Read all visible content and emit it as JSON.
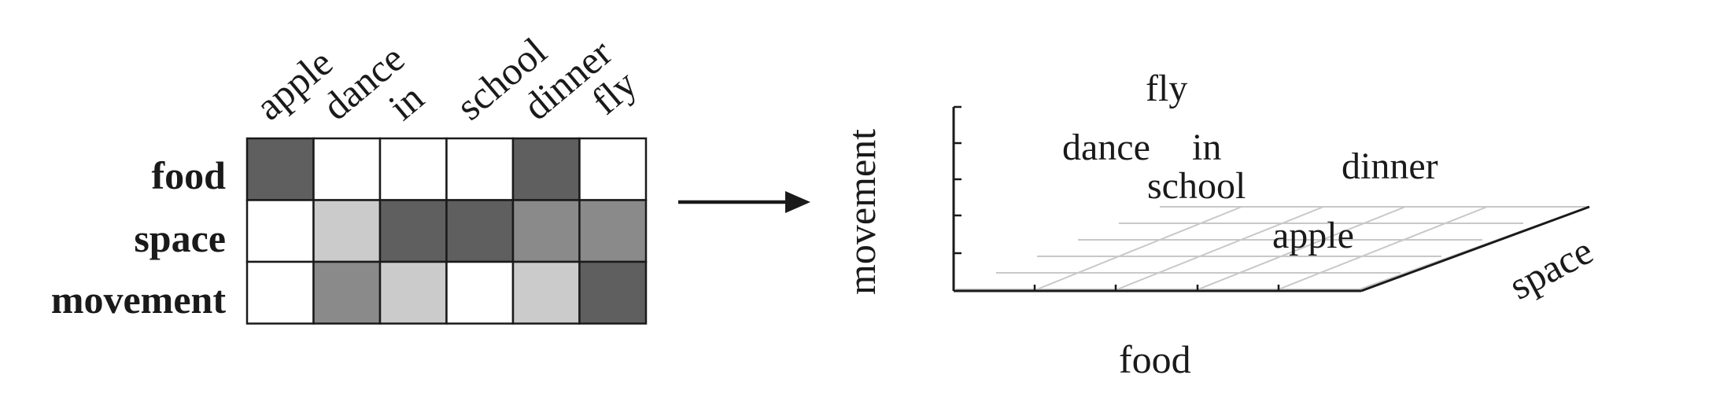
{
  "matrix": {
    "columns": [
      "apple",
      "dance",
      "in",
      "school",
      "dinner",
      "fly"
    ],
    "rows": [
      "food",
      "space",
      "movement"
    ],
    "shading": [
      [
        "#5f5f5f",
        "#ffffff",
        "#ffffff",
        "#ffffff",
        "#5f5f5f",
        "#ffffff"
      ],
      [
        "#ffffff",
        "#cbcbcb",
        "#5f5f5f",
        "#5f5f5f",
        "#8a8a8a",
        "#8a8a8a"
      ],
      [
        "#ffffff",
        "#8a8a8a",
        "#cbcbcb",
        "#ffffff",
        "#cbcbcb",
        "#5f5f5f"
      ]
    ]
  },
  "arrow": "right-arrow",
  "space_plot": {
    "axes": {
      "x": "food",
      "y": "movement",
      "z": "space"
    },
    "words": [
      {
        "id": "fly",
        "text": "fly"
      },
      {
        "id": "dance",
        "text": "dance"
      },
      {
        "id": "in",
        "text": "in"
      },
      {
        "id": "school",
        "text": "school"
      },
      {
        "id": "dinner",
        "text": "dinner"
      },
      {
        "id": "apple",
        "text": "apple"
      }
    ]
  }
}
